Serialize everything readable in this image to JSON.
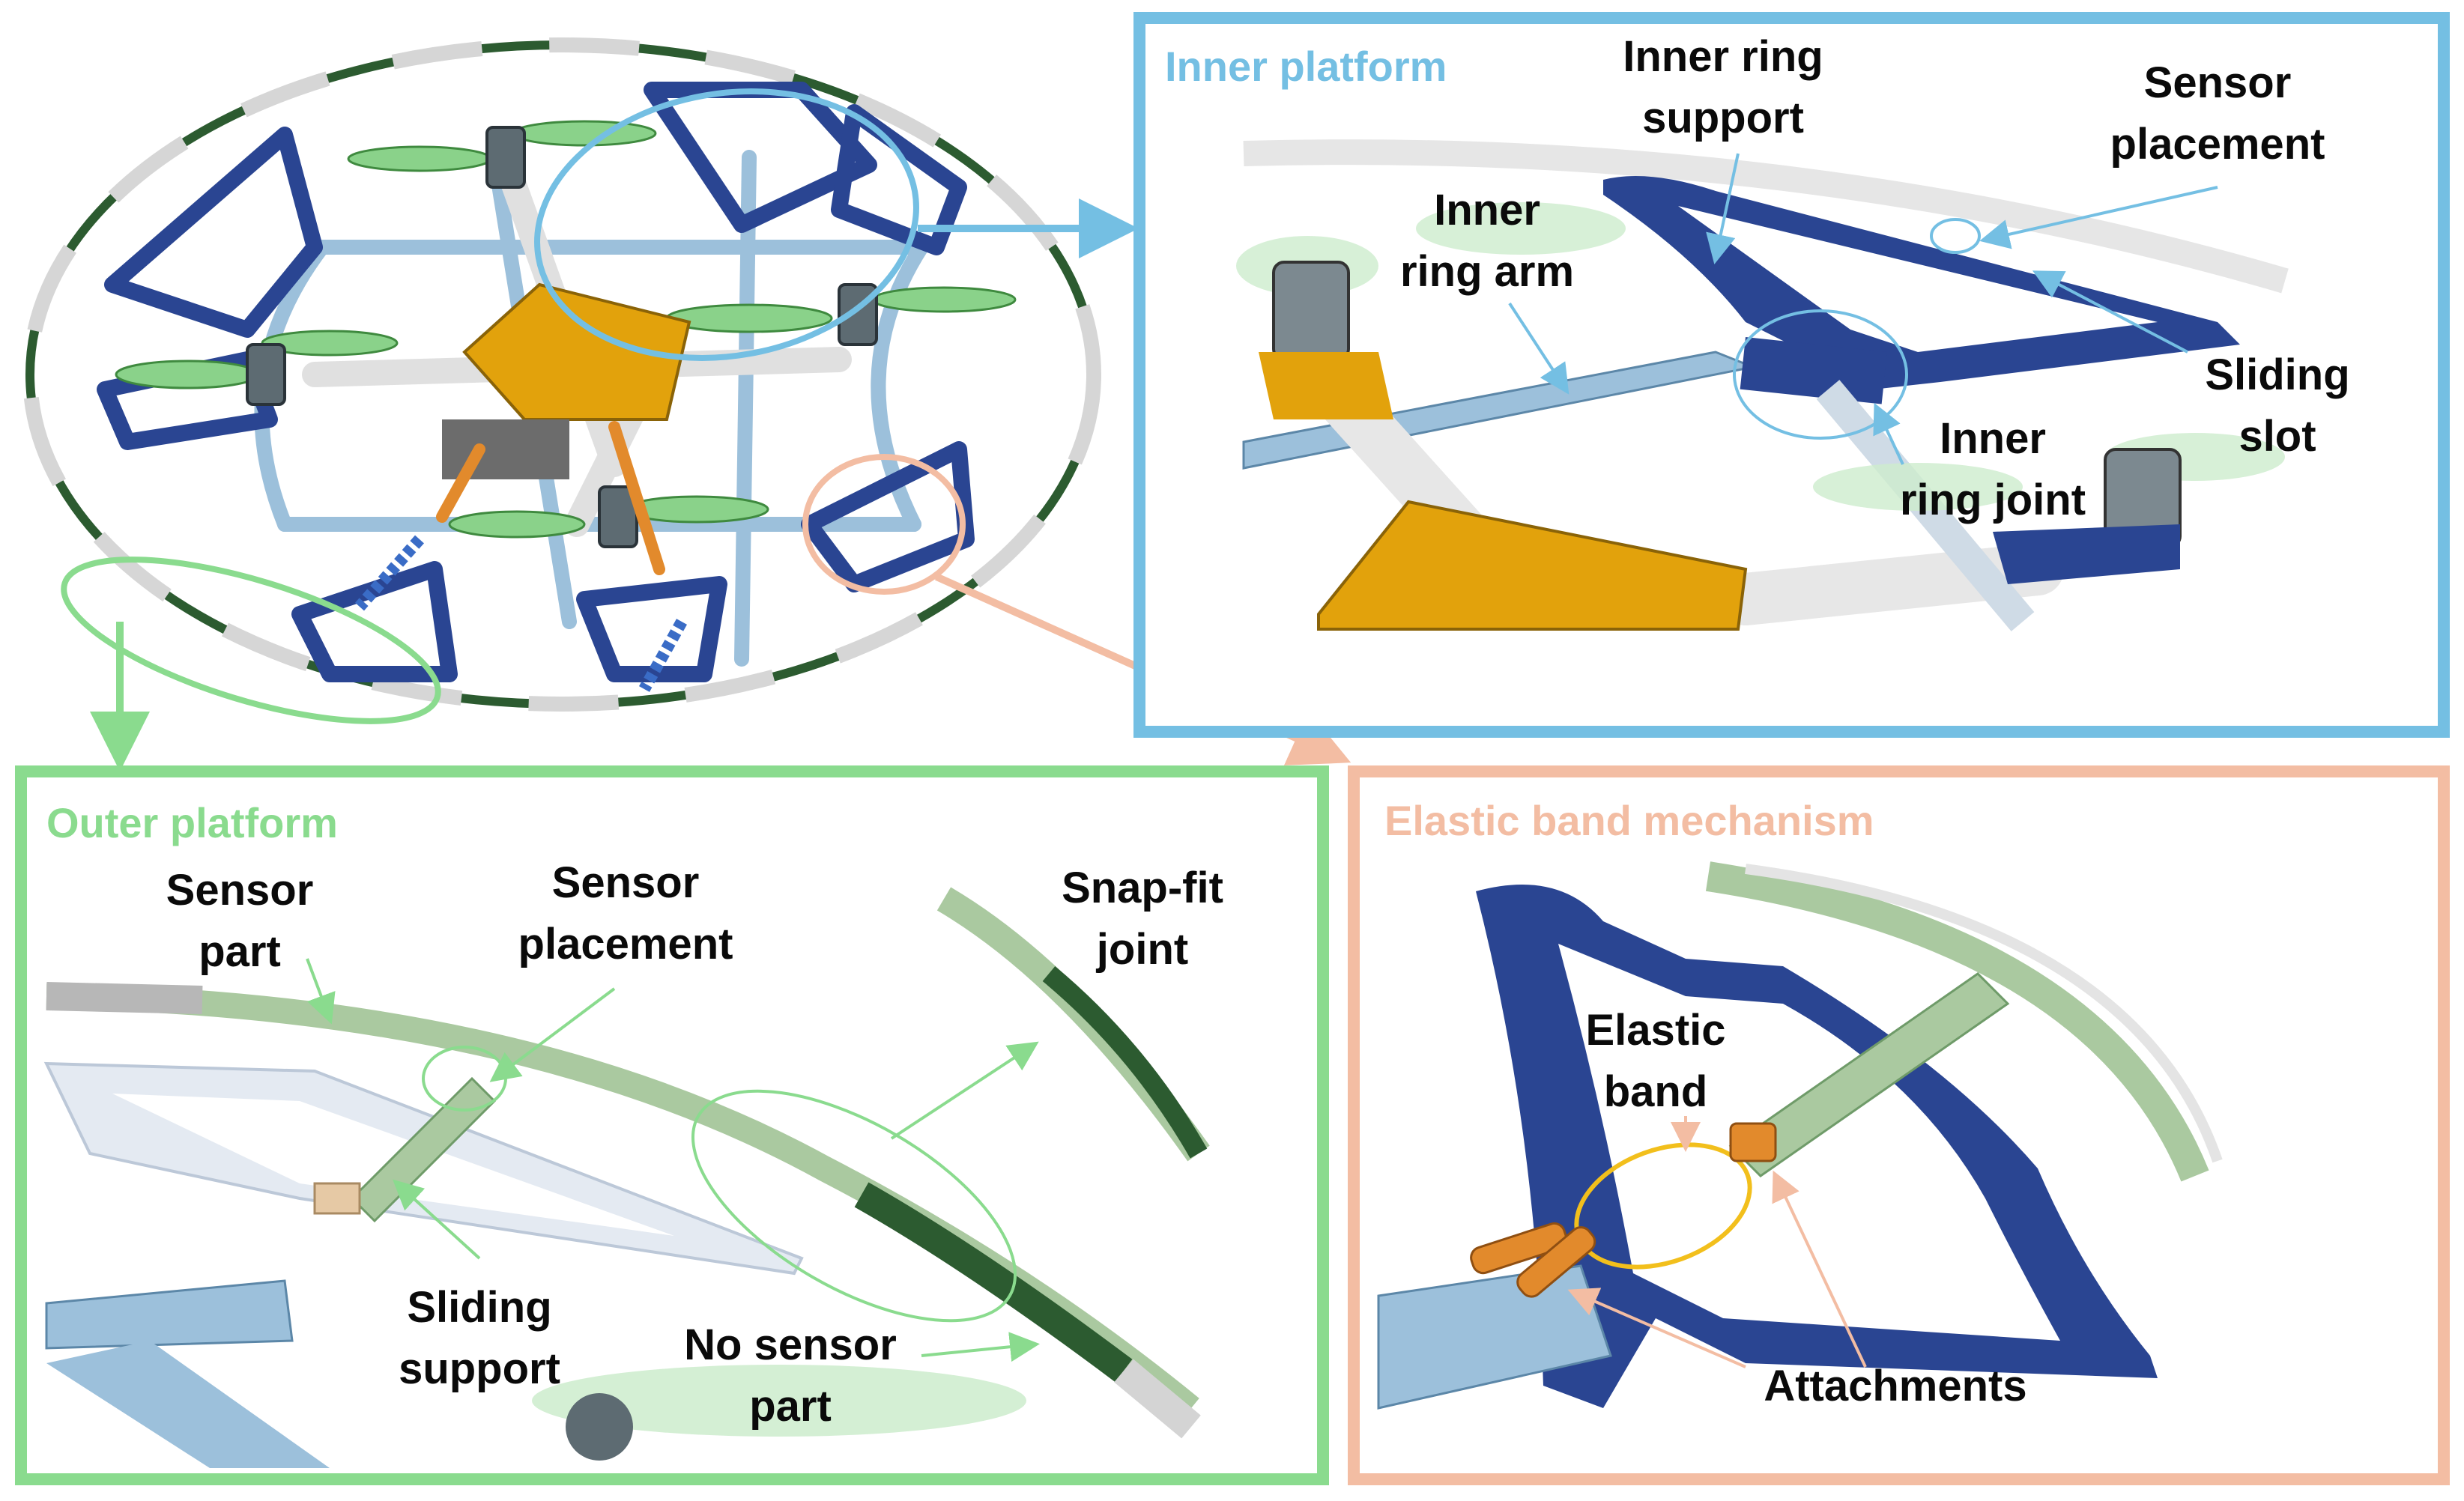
{
  "colors": {
    "inner": "#74bfe3",
    "outer": "#8adb8e",
    "elastic": "#f3bda3",
    "frame_blue": "#2a4592",
    "light_blue": "#9cc0db",
    "green_part": "#aac9a0",
    "dark_green": "#2c5b30",
    "gold": "#e2a20c",
    "orange": "#e28a2c",
    "prop_green": "#8ad28a",
    "grey": "#c9c9c9"
  },
  "panels": {
    "inner": {
      "title": "Inner platform",
      "labels": {
        "inner_ring_support": [
          "Inner ring",
          "support"
        ],
        "sensor_placement": [
          "Sensor",
          "placement"
        ],
        "inner_ring_arm": [
          "Inner",
          "ring arm"
        ],
        "sliding_slot": [
          "Sliding",
          "slot"
        ],
        "inner_ring_joint": [
          "Inner",
          "ring joint"
        ]
      }
    },
    "outer": {
      "title": "Outer platform",
      "labels": {
        "sensor_part": [
          "Sensor",
          "part"
        ],
        "sensor_placement": [
          "Sensor",
          "placement"
        ],
        "snap_fit_joint": [
          "Snap-fit",
          "joint"
        ],
        "sliding_support": [
          "Sliding",
          "support"
        ],
        "no_sensor_part": [
          "No sensor",
          "part"
        ]
      }
    },
    "elastic": {
      "title": "Elastic band mechanism",
      "labels": {
        "elastic_band": [
          "Elastic",
          "band"
        ],
        "attachments": [
          "Attachments"
        ]
      }
    }
  }
}
